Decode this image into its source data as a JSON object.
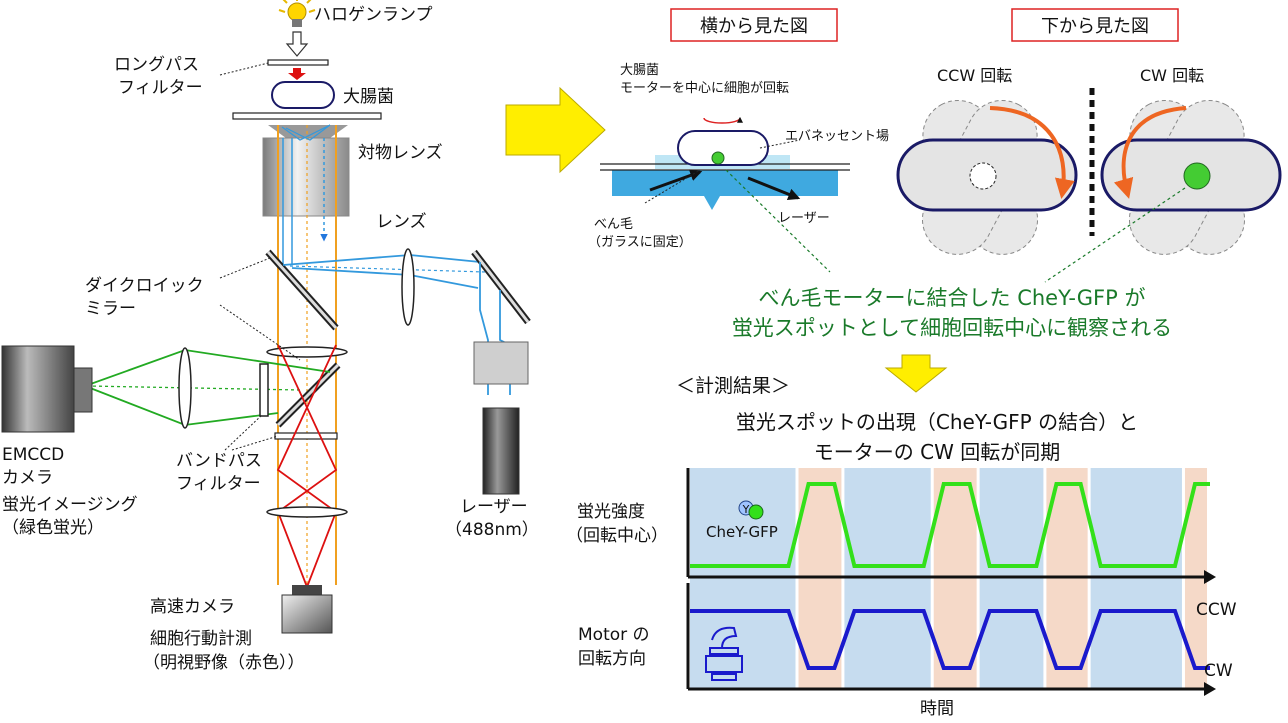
{
  "labels": {
    "halogen": "ハロゲンランプ",
    "longpass": [
      "ロングパス",
      "フィルター"
    ],
    "ecoli": "大腸菌",
    "objective": "対物レンズ",
    "lens": "レンズ",
    "dichroic": [
      "ダイクロイック",
      "ミラー"
    ],
    "emccd": [
      "EMCCD",
      "カメラ",
      "蛍光イメージング",
      "（緑色蛍光）"
    ],
    "bandpass": [
      "バンドパス",
      "フィルター"
    ],
    "laser": [
      "レーザー",
      "（488nm）"
    ],
    "highspeed": [
      "高速カメラ",
      "細胞行動計測",
      "（明視野像（赤色））"
    ]
  },
  "side_view": {
    "title": "横から見た図",
    "ecoli": "大腸菌",
    "rotation": "モーターを中心に細胞が回転",
    "evanescent": "エバネッセント場",
    "flagellum": [
      "べん毛",
      "（ガラスに固定）"
    ],
    "laser": "レーザー"
  },
  "bottom_view": {
    "title": "下から見た図",
    "ccw": "CCW 回転",
    "cw": "CW 回転"
  },
  "caption": [
    "べん毛モーターに結合した CheY-GFP が",
    "蛍光スポットとして細胞回転中心に観察される"
  ],
  "result": {
    "heading": "＜計測結果＞",
    "summary": [
      "蛍光スポットの出現（CheY-GFP の結合）と",
      "モーターの CW 回転が同期"
    ]
  },
  "colors": {
    "fluorescence": "#33e01a",
    "motor": "#1a1acc",
    "ccw_band": "#c6dcef",
    "cw_band": "#f5d9c8",
    "laser_beam": "#3399dd",
    "bright_field": "#dd1111",
    "emission": "#22aa22",
    "halogen_beam": "#f0a020"
  },
  "chart_data": {
    "type": "line",
    "xlabel": "時間",
    "bands": [
      "ccw",
      "cw",
      "ccw",
      "cw",
      "ccw",
      "cw",
      "ccw",
      "cw"
    ],
    "band_weights": [
      130,
      55,
      107,
      55,
      80,
      53,
      113,
      30
    ],
    "series": [
      {
        "name": "CheY-GFP",
        "ylabel": [
          "蛍光強度",
          "（回転中心）"
        ],
        "levels": [
          "low",
          "high",
          "low",
          "high",
          "low",
          "high",
          "low",
          "high"
        ]
      },
      {
        "name": "Motor",
        "ylabel": [
          "Motor の",
          "回転方向"
        ],
        "levels": [
          "CCW",
          "CW",
          "CCW",
          "CW",
          "CCW",
          "CW",
          "CCW",
          "CW"
        ],
        "level_labels": [
          "CCW",
          "CW"
        ]
      }
    ]
  }
}
